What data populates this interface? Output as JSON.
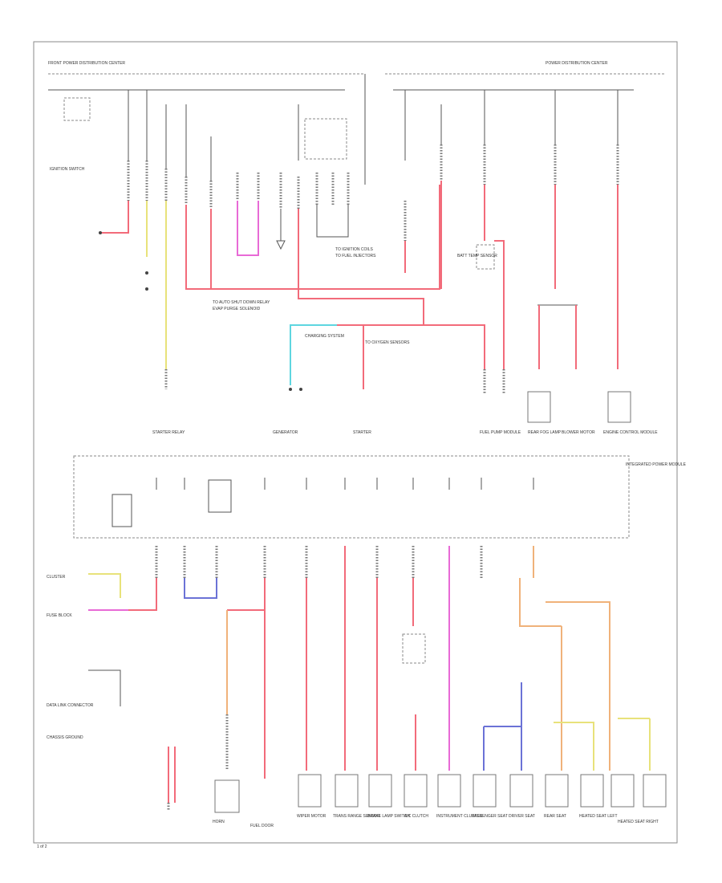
{
  "diagram": {
    "title": "",
    "top_section": {
      "left_header": "FRONT POWER DISTRIBUTION CENTER",
      "right_header": "POWER DISTRIBUTION CENTER",
      "components": [
        {
          "id": "ign",
          "label": "IGNITION SWITCH"
        },
        {
          "id": "starter-relay",
          "label": "STARTER RELAY"
        },
        {
          "id": "generator",
          "label": "GENERATOR"
        },
        {
          "id": "starter",
          "label": "STARTER"
        },
        {
          "id": "fuel-pump",
          "label": "FUEL PUMP MODULE"
        },
        {
          "id": "rear-fog",
          "label": "REAR FOG LAMP"
        },
        {
          "id": "blower",
          "label": "BLOWER MOTOR"
        },
        {
          "id": "engine-ctrl",
          "label": "ENGINE CONTROL MODULE"
        }
      ],
      "notes": [
        "TO AUTO SHUT DOWN RELAY",
        "EVAP PURGE SOLENOID",
        "TO IGNITION COILS",
        "TO FUEL INJECTORS",
        "TO OXYGEN SENSORS",
        "BATT TEMP SENSOR",
        "CHARGING SYSTEM"
      ]
    },
    "bottom_section": {
      "header": "INTEGRATED POWER MODULE",
      "components": [
        {
          "id": "horn",
          "label": "HORN"
        },
        {
          "id": "fuel-door",
          "label": "FUEL DOOR"
        },
        {
          "id": "wiper",
          "label": "WIPER MOTOR"
        },
        {
          "id": "trans",
          "label": "TRANS RANGE SENSOR"
        },
        {
          "id": "brake",
          "label": "BRAKE LAMP SWITCH"
        },
        {
          "id": "ac",
          "label": "A/C CLUTCH"
        },
        {
          "id": "cluster",
          "label": "INSTRUMENT CLUSTER"
        },
        {
          "id": "pass-seat",
          "label": "PASSENGER SEAT"
        },
        {
          "id": "drv-seat",
          "label": "DRIVER SEAT"
        },
        {
          "id": "rear-seat",
          "label": "REAR SEAT"
        },
        {
          "id": "heated-seat-l",
          "label": "HEATED SEAT LEFT"
        },
        {
          "id": "heated-seat-r",
          "label": "HEATED SEAT RIGHT"
        }
      ],
      "left_labels": [
        "CLUSTER",
        "FUSE BLOCK",
        "DATA LINK CONNECTOR",
        "CHASSIS GROUND"
      ]
    },
    "page_ref": "1 of 2"
  }
}
